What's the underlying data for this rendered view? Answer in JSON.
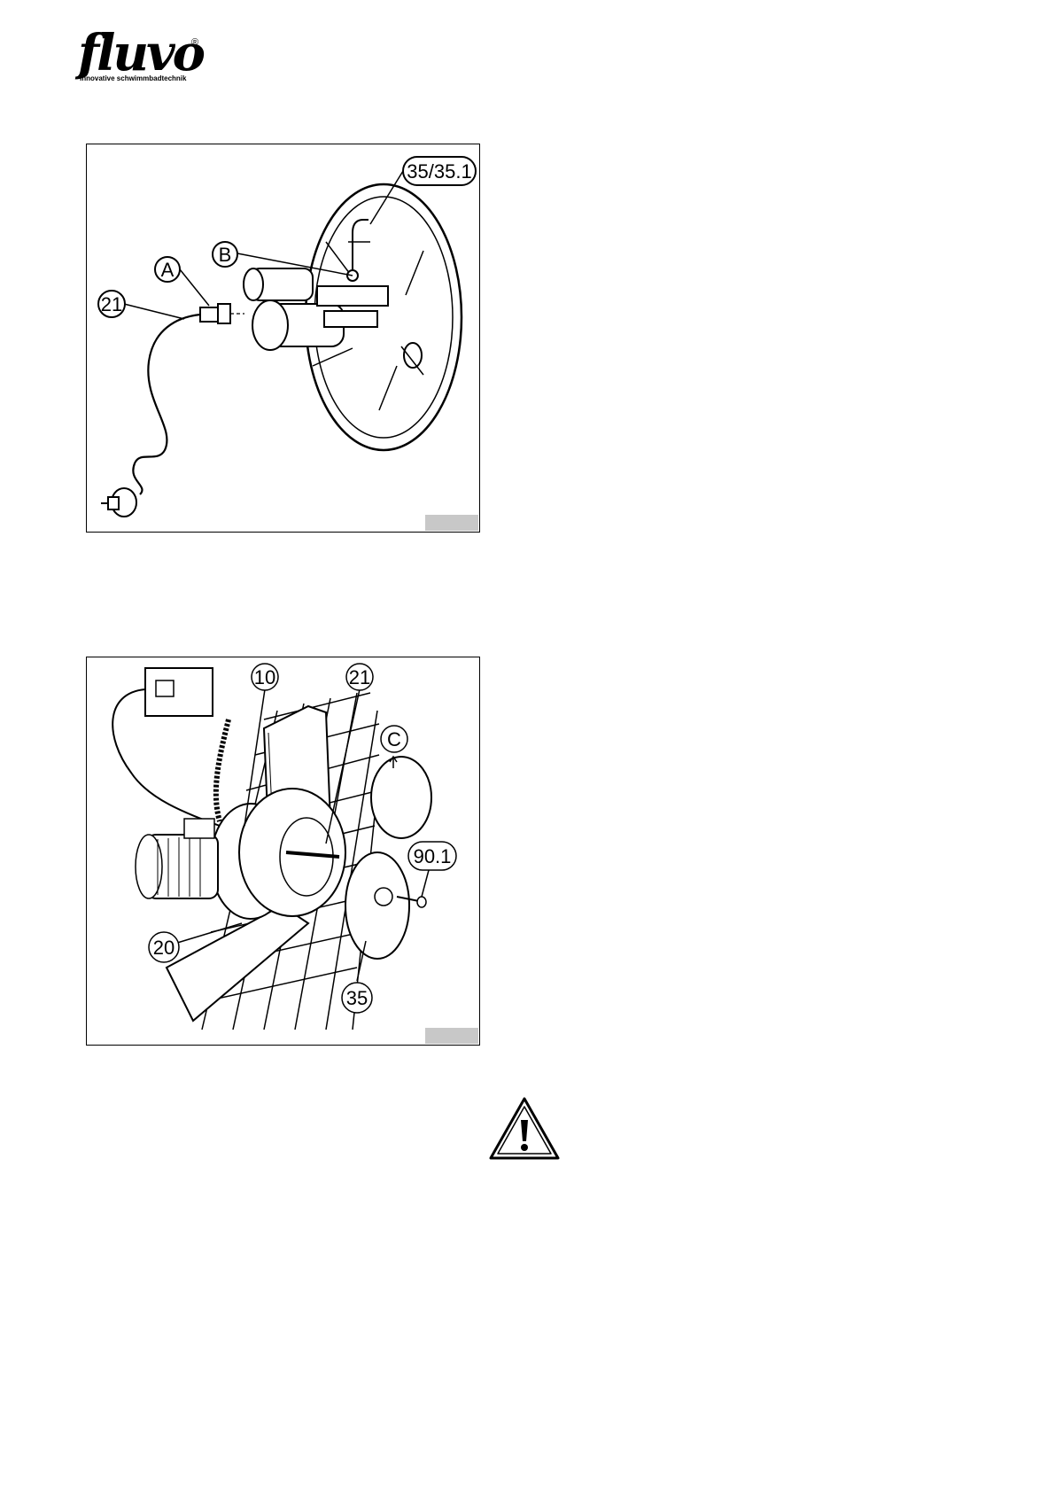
{
  "header": {
    "brand": "fluvo",
    "registered": "®",
    "tagline": "innovative schwimmbadtechnik"
  },
  "figure_1": {
    "callouts": {
      "part_cover": "35/35.1",
      "letter_b": "B",
      "letter_a": "A",
      "part_cable": "21"
    }
  },
  "figure_2": {
    "callouts": {
      "part_10": "10",
      "part_21": "21",
      "letter_c": "C",
      "part_90_1": "90.1",
      "part_20": "20",
      "part_35": "35"
    }
  },
  "icons": {
    "warning": "warning-triangle-icon"
  }
}
